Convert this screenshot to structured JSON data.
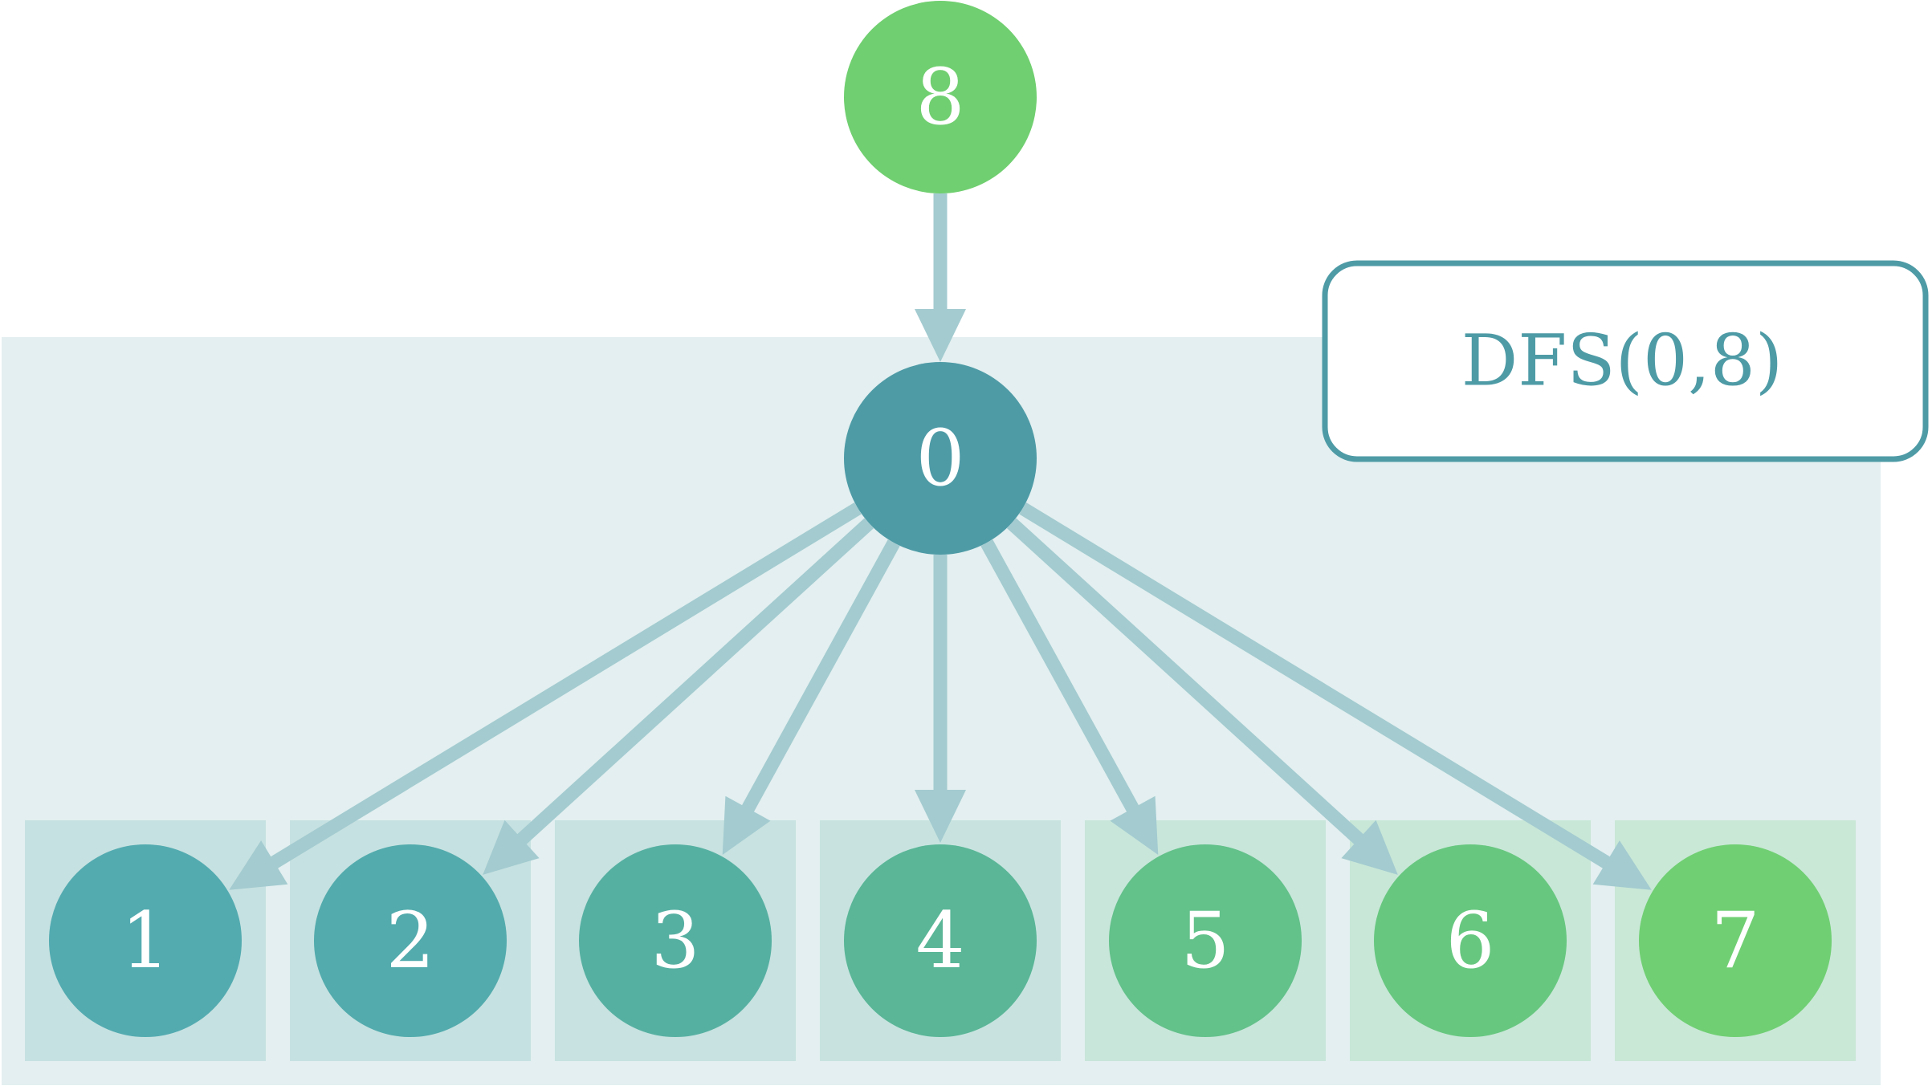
{
  "diagram": {
    "callout": {
      "label": "DFS(0,8)"
    },
    "parent_node": {
      "label": "8",
      "color": "#70CF70"
    },
    "root_node": {
      "label": "0",
      "color": "#4E9BA6"
    },
    "children": [
      {
        "label": "1",
        "color": "#53ABB0",
        "cell_color": "#C6E1E1"
      },
      {
        "label": "2",
        "color": "#53ABAD",
        "cell_color": "#C6E1E1"
      },
      {
        "label": "3",
        "color": "#56B0A2",
        "cell_color": "#C7E2E0"
      },
      {
        "label": "4",
        "color": "#5AB697",
        "cell_color": "#C8E3DF"
      },
      {
        "label": "5",
        "color": "#63C18A",
        "cell_color": "#C8E6DA"
      },
      {
        "label": "6",
        "color": "#67C77F",
        "cell_color": "#C8E7D7"
      },
      {
        "label": "7",
        "color": "#70CF73",
        "cell_color": "#C9E8D6"
      }
    ],
    "colors": {
      "panel": "#E3EFF0",
      "edge": "#A3CBD0",
      "callout_border": "#4E9BA6",
      "callout_text": "#4E9BA6",
      "node_text": "#FFFFFF"
    }
  }
}
